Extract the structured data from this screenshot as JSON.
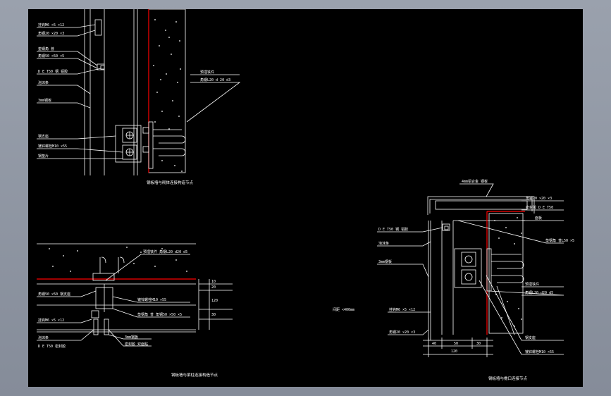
{
  "colors": {
    "background": "#000000",
    "line": "#ffffff",
    "accent": "#ff0000",
    "frame": "#8c93a0"
  },
  "detail_top": {
    "labels": [
      "挂钩M6 ×5 ×12",
      "角钢20 ×20 ×3",
      "垫钢角 普",
      "角钢50 ×50 ×5",
      "D E T50 钢 铝胶",
      "泡沫条",
      "3mm钢板",
      "预埋铁件",
      "角钢L20 d 20 d3",
      "钢支座",
      "镀锌螺栓M10 ×55",
      "钢垫片"
    ],
    "title": "钢板墙与砌体连接构造节点"
  },
  "detail_bottom_left": {
    "labels": [
      "预埋铁件 角钢L20 d20 d5",
      "角钢50 ×50 钢支座",
      "镀锌螺栓M10 ×55",
      "垫钢角 普 角钢50 ×50 ×5",
      "挂钩M6 ×5 ×12",
      "泡沫条",
      "D E T50 密封胶",
      "3mm钢板",
      "密封胶 双面贴"
    ],
    "dims": [
      "10",
      "20",
      "120",
      "30"
    ],
    "title": "钢板墙与梁柱连接构造节点"
  },
  "detail_right": {
    "labels": [
      "4mm铝合金 钢板",
      "角钢20 ×20 ×3",
      "密封胶 D E T50",
      "面板",
      "垫钢角 普L50 ×5",
      "D E T50 钢 铝胶",
      "泡沫条",
      "3mm钢板",
      "预埋铁件",
      "角钢L20 d20 d5",
      "挂钩M6 ×5 ×12",
      "角钢20 ×20 ×3",
      "钢支座",
      "镀锌螺栓M10 ×55"
    ],
    "spacing": "间距 <400mm",
    "dims": [
      "40",
      "50",
      "30",
      "120"
    ],
    "title": "钢板墙与檐口连接节点"
  }
}
